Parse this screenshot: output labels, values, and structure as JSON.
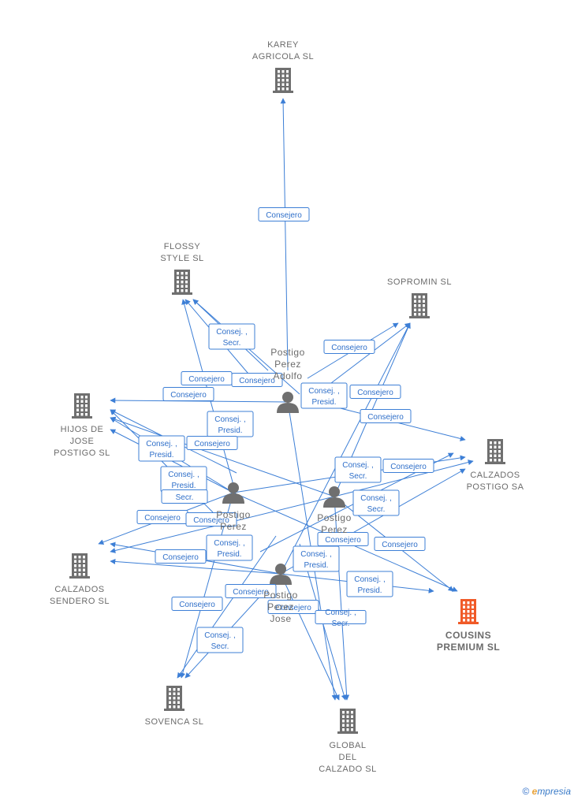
{
  "companies": [
    {
      "id": "karey",
      "label": "KAREY\nAGRICOLA SL",
      "highlight": false
    },
    {
      "id": "flossy",
      "label": "FLOSSY\nSTYLE  SL",
      "highlight": false
    },
    {
      "id": "sopromin",
      "label": "SOPROMIN  SL",
      "highlight": false
    },
    {
      "id": "hijos",
      "label": "HIJOS DE\nJOSE\nPOSTIGO SL",
      "highlight": false
    },
    {
      "id": "calzados_postigo",
      "label": "CALZADOS\nPOSTIGO SA",
      "highlight": false
    },
    {
      "id": "calzados_sendero",
      "label": "CALZADOS\nSENDERO SL",
      "highlight": false
    },
    {
      "id": "cousins",
      "label": "COUSINS\nPREMIUM  SL",
      "highlight": true
    },
    {
      "id": "sovenca",
      "label": "SOVENCA SL",
      "highlight": false
    },
    {
      "id": "global",
      "label": "GLOBAL\nDEL\nCALZADO SL",
      "highlight": false
    }
  ],
  "persons": [
    {
      "id": "p_adolfo",
      "label": "Postigo\nPerez\nAdolfo"
    },
    {
      "id": "p_left",
      "label": "Postigo\nPerez"
    },
    {
      "id": "p_right",
      "label": "Postigo\nPerez"
    },
    {
      "id": "p_jose",
      "label": "Postigo\nPerez\nJose"
    }
  ],
  "edge_labels": [
    "Consejero",
    "Consej. ,\nSecr.",
    "Consejero",
    "Consejero",
    "Consejero",
    "Consej. ,\nPresid.",
    "Consejero",
    "Consej. ,\nPresid.",
    "Consejero",
    "Consejero",
    "Consej. ,\nPresid.",
    "Consejero",
    "Consej. ,\nPresid.",
    "Secr.",
    "Consejero",
    "Consej. ,\nSecr.",
    "Consejero",
    "Consej. ,\nSecr.",
    "Consejero",
    "Consejero",
    "Consej. ,\nPresid.",
    "Consejero",
    "Consejero",
    "Consej. ,\nPresid.",
    "Consej. ,\nPresid.",
    "Consejero",
    "Consejero",
    "Consejero",
    "Consej. ,\nSecr.",
    "Consej. ,\nSecr."
  ],
  "footer": {
    "copyright": "©",
    "brand_e": "e",
    "brand_rest": "mpresia"
  },
  "colors": {
    "edge": "#3d7fd6",
    "building": "#6f6f6f",
    "highlight": "#f05a28",
    "person": "#6f6f6f"
  }
}
